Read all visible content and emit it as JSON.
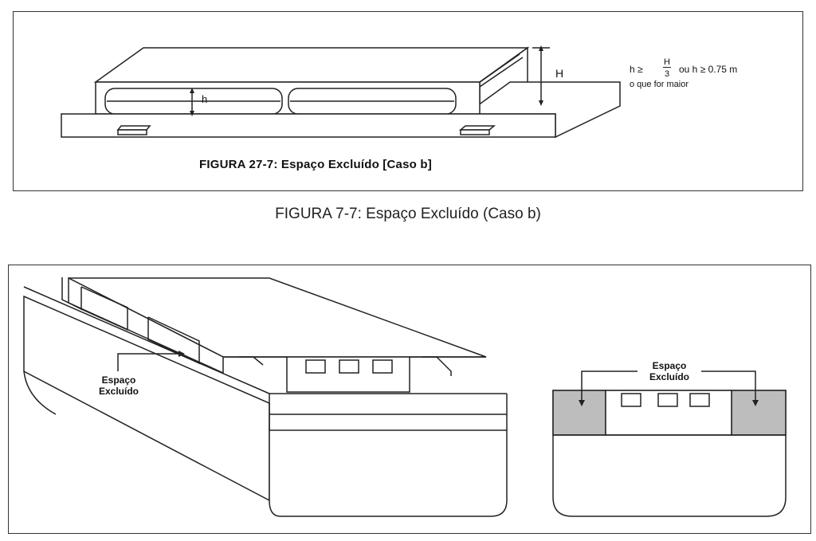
{
  "figure1": {
    "caption": "FIGURA 27-7: Espaço Excluído [Caso b]",
    "label_H": "H",
    "label_h": "h",
    "formula": {
      "left": "h ≥",
      "frac_num": "H",
      "frac_den": "3",
      "middle": "ou  h ≥ 0.75 m",
      "note": "o que for maior"
    }
  },
  "figure2": {
    "caption": "FIGURA 7-7: Espaço Excluído (Caso b)",
    "label_left": "Espaço\nExcluído",
    "label_right": "Espaço\nExcluído"
  },
  "colors": {
    "line": "#222222",
    "shade": "#bdbdbd",
    "border": "#333333"
  }
}
